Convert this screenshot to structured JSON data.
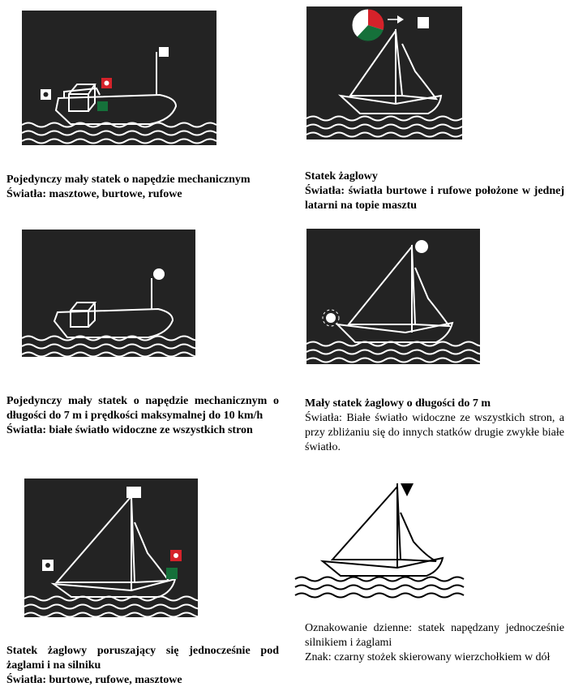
{
  "captions": {
    "small_motor_vessel": {
      "title": "Pojedynczy mały statek o napędzie mechanicznym",
      "lights": "Światła: masztowe, burtowe, rufowe"
    },
    "sailing_vessel": {
      "title": "Statek żaglowy",
      "lights": "Światła: światła burtowe i rufowe położone w jednej latarni na topie masztu"
    },
    "small_motor_vessel_7m": {
      "title": "Pojedynczy mały statek o napędzie mechanicznym o długości do 7 m i prędkości maksymalnej do 10 km/h",
      "lights": "Światła: białe światło widoczne ze wszystkich stron"
    },
    "small_sailing_vessel_7m": {
      "title": "Mały statek żaglowy o długości do 7 m",
      "lights": "Światła: Białe światło widoczne ze wszystkich stron, a przy zbliżaniu się do innych statków drugie zwykłe białe światło."
    },
    "sailing_under_sail_and_engine": {
      "title": "Statek żaglowy poruszający się jednocześnie pod żaglami i na silniku",
      "lights": "Światła: burtowe, rufowe, masztowe"
    },
    "day_marking": {
      "title": "Oznakowanie dzienne: statek napędzany jednocześnie silnikiem i żaglami",
      "sign": "Znak: czarny stożek skierowany wierzchołkiem w dół"
    }
  },
  "colors": {
    "panel_bg": "#232323",
    "line": "#ffffff",
    "red_light": "#d5222a",
    "green_light": "#15703a",
    "white_light": "#ffffff"
  }
}
